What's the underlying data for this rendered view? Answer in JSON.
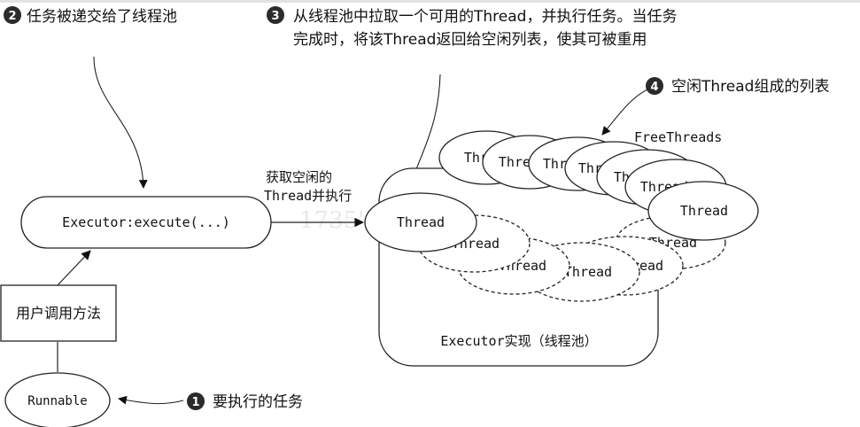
{
  "annotations": {
    "step2": {
      "number": "2",
      "text": "任务被递交给了线程池"
    },
    "step3": {
      "number": "3",
      "line1": "从线程池中拉取一个可用的Thread，并执行任务。当任务",
      "line2": "完成时，将该Thread返回给空闲列表，使其可被重用"
    },
    "step4": {
      "number": "4",
      "text": "空闲Thread组成的列表"
    },
    "step1": {
      "number": "1",
      "text": "要执行的任务"
    }
  },
  "nodes": {
    "executor_call": "Executor:execute(...)",
    "user_method": "用户调用方法",
    "runnable": "Runnable",
    "pool_label": "Executor实现（线程池）",
    "free_threads_label": "FreeThreads",
    "active_thread": "Thread",
    "thread_label": "Thread"
  },
  "edge_labels": {
    "fetch_line1": "获取空闲的",
    "fetch_line2": "Thread并执行"
  },
  "watermark": "1735'5625'75异步社区",
  "colors": {
    "badge": "#2b2b2b",
    "stroke": "#222222",
    "background": "#ffffff"
  }
}
